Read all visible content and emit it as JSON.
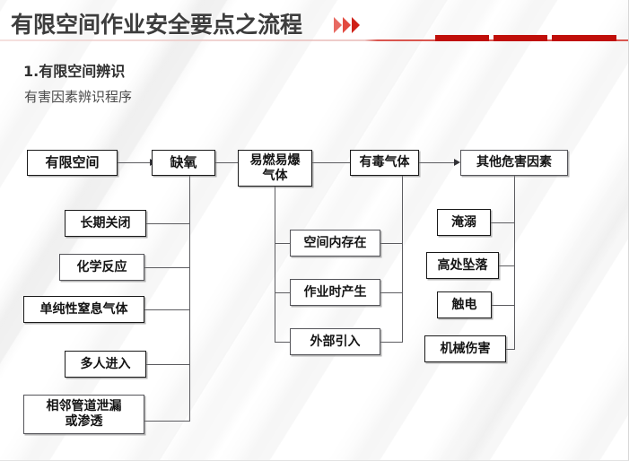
{
  "header": {
    "title": "有限空间作业安全要点之流程",
    "chevron_icon": "double-chevron-right-icon",
    "accent_color": "#c00f0a",
    "bars": [
      "bar-1",
      "bar-2",
      "bar-3"
    ]
  },
  "section": {
    "number_title": "1.有限空间辨识",
    "subtitle": "有害因素辨识程序"
  },
  "flow": {
    "top_row": [
      {
        "id": "n1",
        "label": "有限空间"
      },
      {
        "id": "n2",
        "label": "缺氧"
      },
      {
        "id": "n3",
        "label": "易燃易爆\n气体"
      },
      {
        "id": "n4",
        "label": "有毒气体"
      },
      {
        "id": "n5",
        "label": "其他危害因素"
      }
    ],
    "left_branch": [
      {
        "id": "l1",
        "label": "长期关闭"
      },
      {
        "id": "l2",
        "label": "化学反应"
      },
      {
        "id": "l3",
        "label": "单纯性窒息气体"
      },
      {
        "id": "l4",
        "label": "多人进入"
      },
      {
        "id": "l5",
        "label": "相邻管道泄漏\n或渗透"
      }
    ],
    "middle_branch": [
      {
        "id": "m1",
        "label": "空间内存在"
      },
      {
        "id": "m2",
        "label": "作业时产生"
      },
      {
        "id": "m3",
        "label": "外部引入"
      }
    ],
    "right_branch": [
      {
        "id": "r1",
        "label": "淹溺"
      },
      {
        "id": "r2",
        "label": "高处坠落"
      },
      {
        "id": "r3",
        "label": "触电"
      },
      {
        "id": "r4",
        "label": "机械伤害"
      }
    ]
  }
}
